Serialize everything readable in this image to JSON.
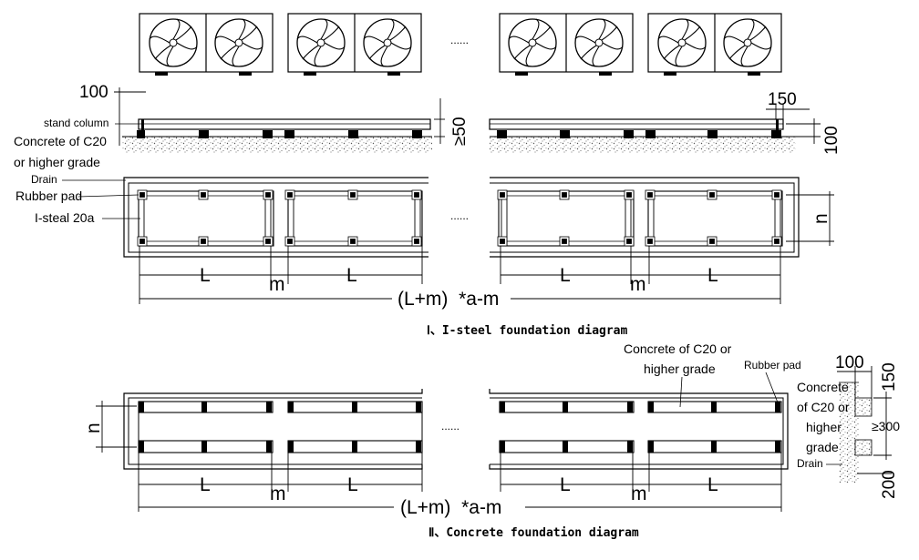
{
  "section1": {
    "caption": "Ⅰ、I-steel foundation diagram",
    "labels": {
      "stand_column": "stand column",
      "concrete_line1": "Concrete of C20",
      "concrete_line2": "or higher grade",
      "drain": "Drain",
      "rubber_pad": "Rubber pad",
      "i_steel": "I-steal 20a"
    },
    "dims": {
      "d100_left": "100",
      "d50": "≥50",
      "d150": "150",
      "d100_right": "100",
      "n": "n",
      "L": "L",
      "m": "m",
      "total": "(L+m)  *a-m"
    },
    "ellipsis": "......"
  },
  "section2": {
    "caption": "Ⅱ、Concrete foundation diagram",
    "labels": {
      "concrete_line1": "Concrete of C20 or",
      "concrete_line2": "higher grade",
      "rubber_pad": "Rubber pad",
      "side_concrete": [
        "Concrete",
        "of C20 or",
        "higher",
        "grade"
      ],
      "drain": "Drain"
    },
    "dims": {
      "n": "n",
      "L": "L",
      "m": "m",
      "total": "(L+m)  *a-m",
      "d100": "100",
      "d150": "150",
      "d300": "≥300",
      "d200": "200"
    },
    "ellipsis": "......"
  }
}
